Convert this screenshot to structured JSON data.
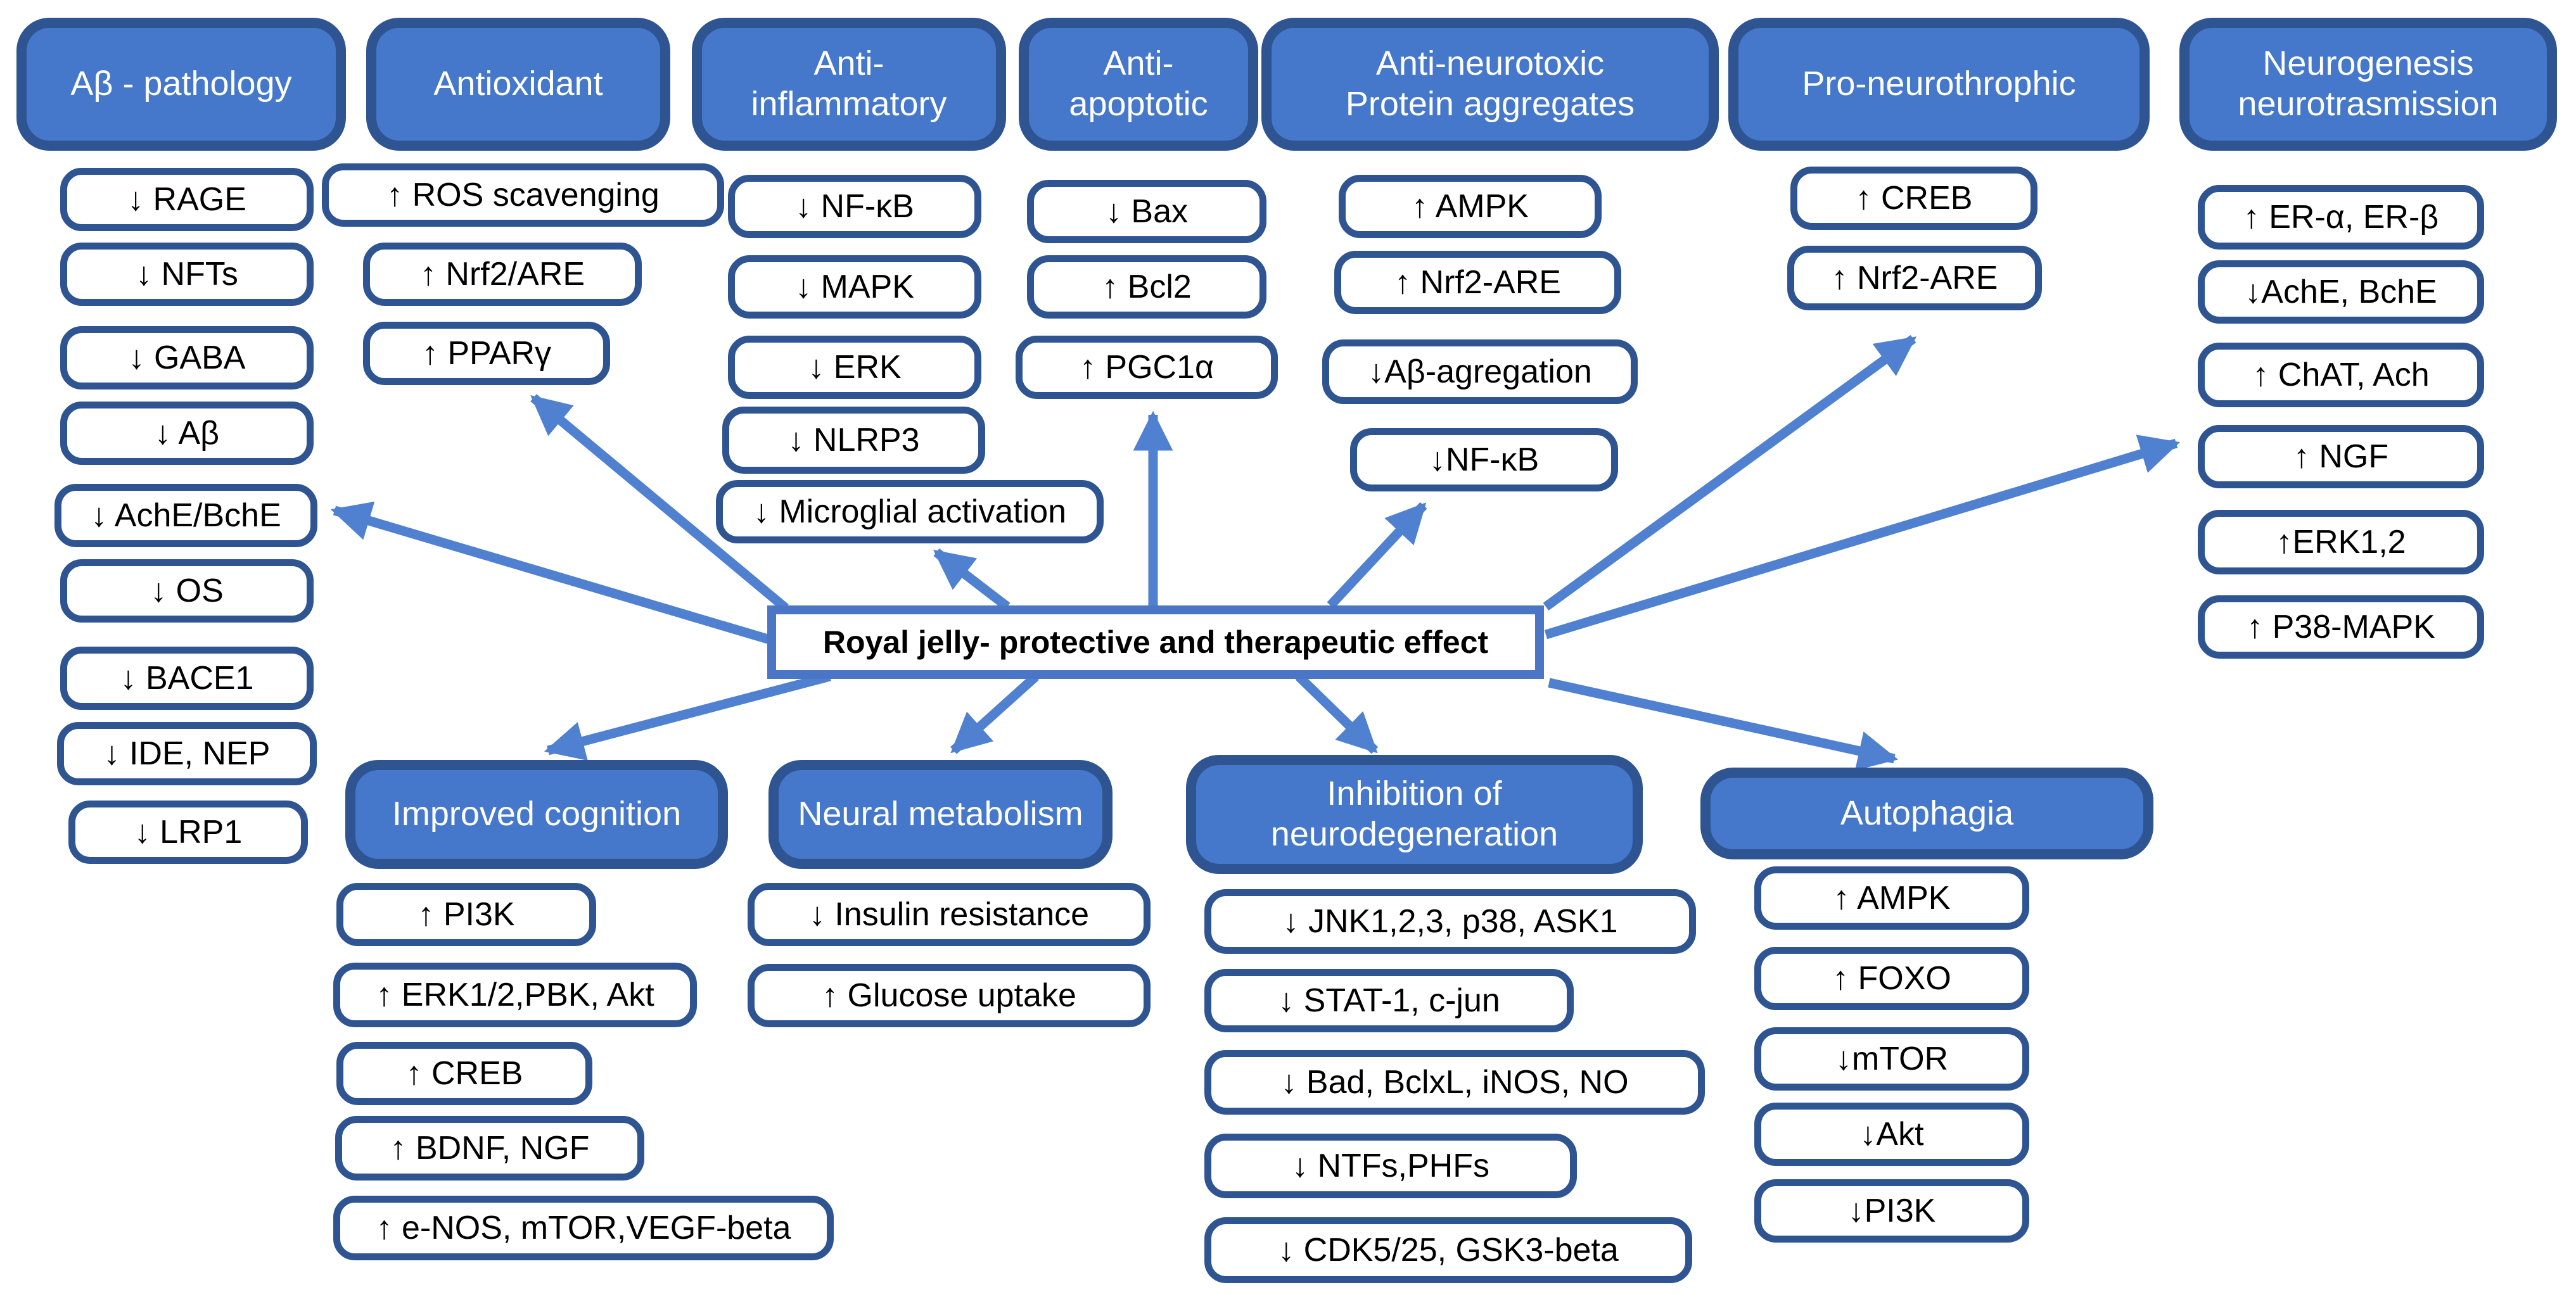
{
  "title": "Royal jelly- protective and therapeutic effect",
  "colors": {
    "header_fill": "#4577cb",
    "header_border": "#2e5492",
    "item_border": "#2e5492",
    "center_border": "#4b76c6",
    "arrow": "#5081d0",
    "header_text": "#ffffff",
    "item_text": "#000000"
  },
  "top_groups": [
    {
      "label": "Aβ - pathology",
      "items": [
        "↓ RAGE",
        "↓ NFTs",
        "↓ GABA",
        "↓ Aβ",
        "↓ AchE/BchE",
        "↓ OS",
        "↓ BACE1",
        "↓ IDE, NEP",
        "↓ LRP1"
      ]
    },
    {
      "label": "Antioxidant",
      "items": [
        "↑ ROS scavenging",
        "↑ Nrf2/ARE",
        "↑ PPARγ"
      ]
    },
    {
      "label": "Anti-\ninflammatory",
      "items": [
        "↓ NF-κB",
        "↓ MAPK",
        "↓ ERK",
        "↓ NLRP3",
        "↓ Microglial activation"
      ]
    },
    {
      "label": "Anti-\napoptotic",
      "items": [
        "↓ Bax",
        "↑ Bcl2",
        "↑ PGC1α"
      ]
    },
    {
      "label": "Anti-neurotoxic\nProtein aggregates",
      "items": [
        "↑ AMPK",
        "↑ Nrf2-ARE",
        "↓Aβ-agregation",
        "↓NF-κB"
      ]
    },
    {
      "label": "Pro-neurothrophic",
      "items": [
        "↑ CREB",
        "↑ Nrf2-ARE"
      ]
    },
    {
      "label": "Neurogenesis\nneurotrasmission",
      "items": [
        "↑ ER-α, ER-β",
        "↓AchE, BchE",
        "↑ ChAT, Ach",
        "↑ NGF",
        "↑ERK1,2",
        "↑ P38-MAPK"
      ]
    }
  ],
  "bottom_groups": [
    {
      "label": "Improved cognition",
      "items": [
        "↑ PI3K",
        "↑ ERK1/2,PBK, Akt",
        "↑ CREB",
        "↑ BDNF, NGF",
        "↑ e-NOS, mTOR,VEGF-beta"
      ]
    },
    {
      "label": "Neural metabolism",
      "items": [
        "↓ Insulin resistance",
        "↑ Glucose uptake"
      ]
    },
    {
      "label": "Inhibition of\nneurodegeneration",
      "items": [
        "↓ JNK1,2,3, p38, ASK1",
        "↓ STAT-1, c-jun",
        "↓ Bad, BclxL, iNOS, NO",
        "↓ NTFs,PHFs",
        "↓ CDK5/25, GSK3-beta"
      ]
    },
    {
      "label": "Autophagia",
      "items": [
        "↑ AMPK",
        "↑ FOXO",
        "↓mTOR",
        "↓Akt",
        "↓PI3K"
      ]
    }
  ]
}
